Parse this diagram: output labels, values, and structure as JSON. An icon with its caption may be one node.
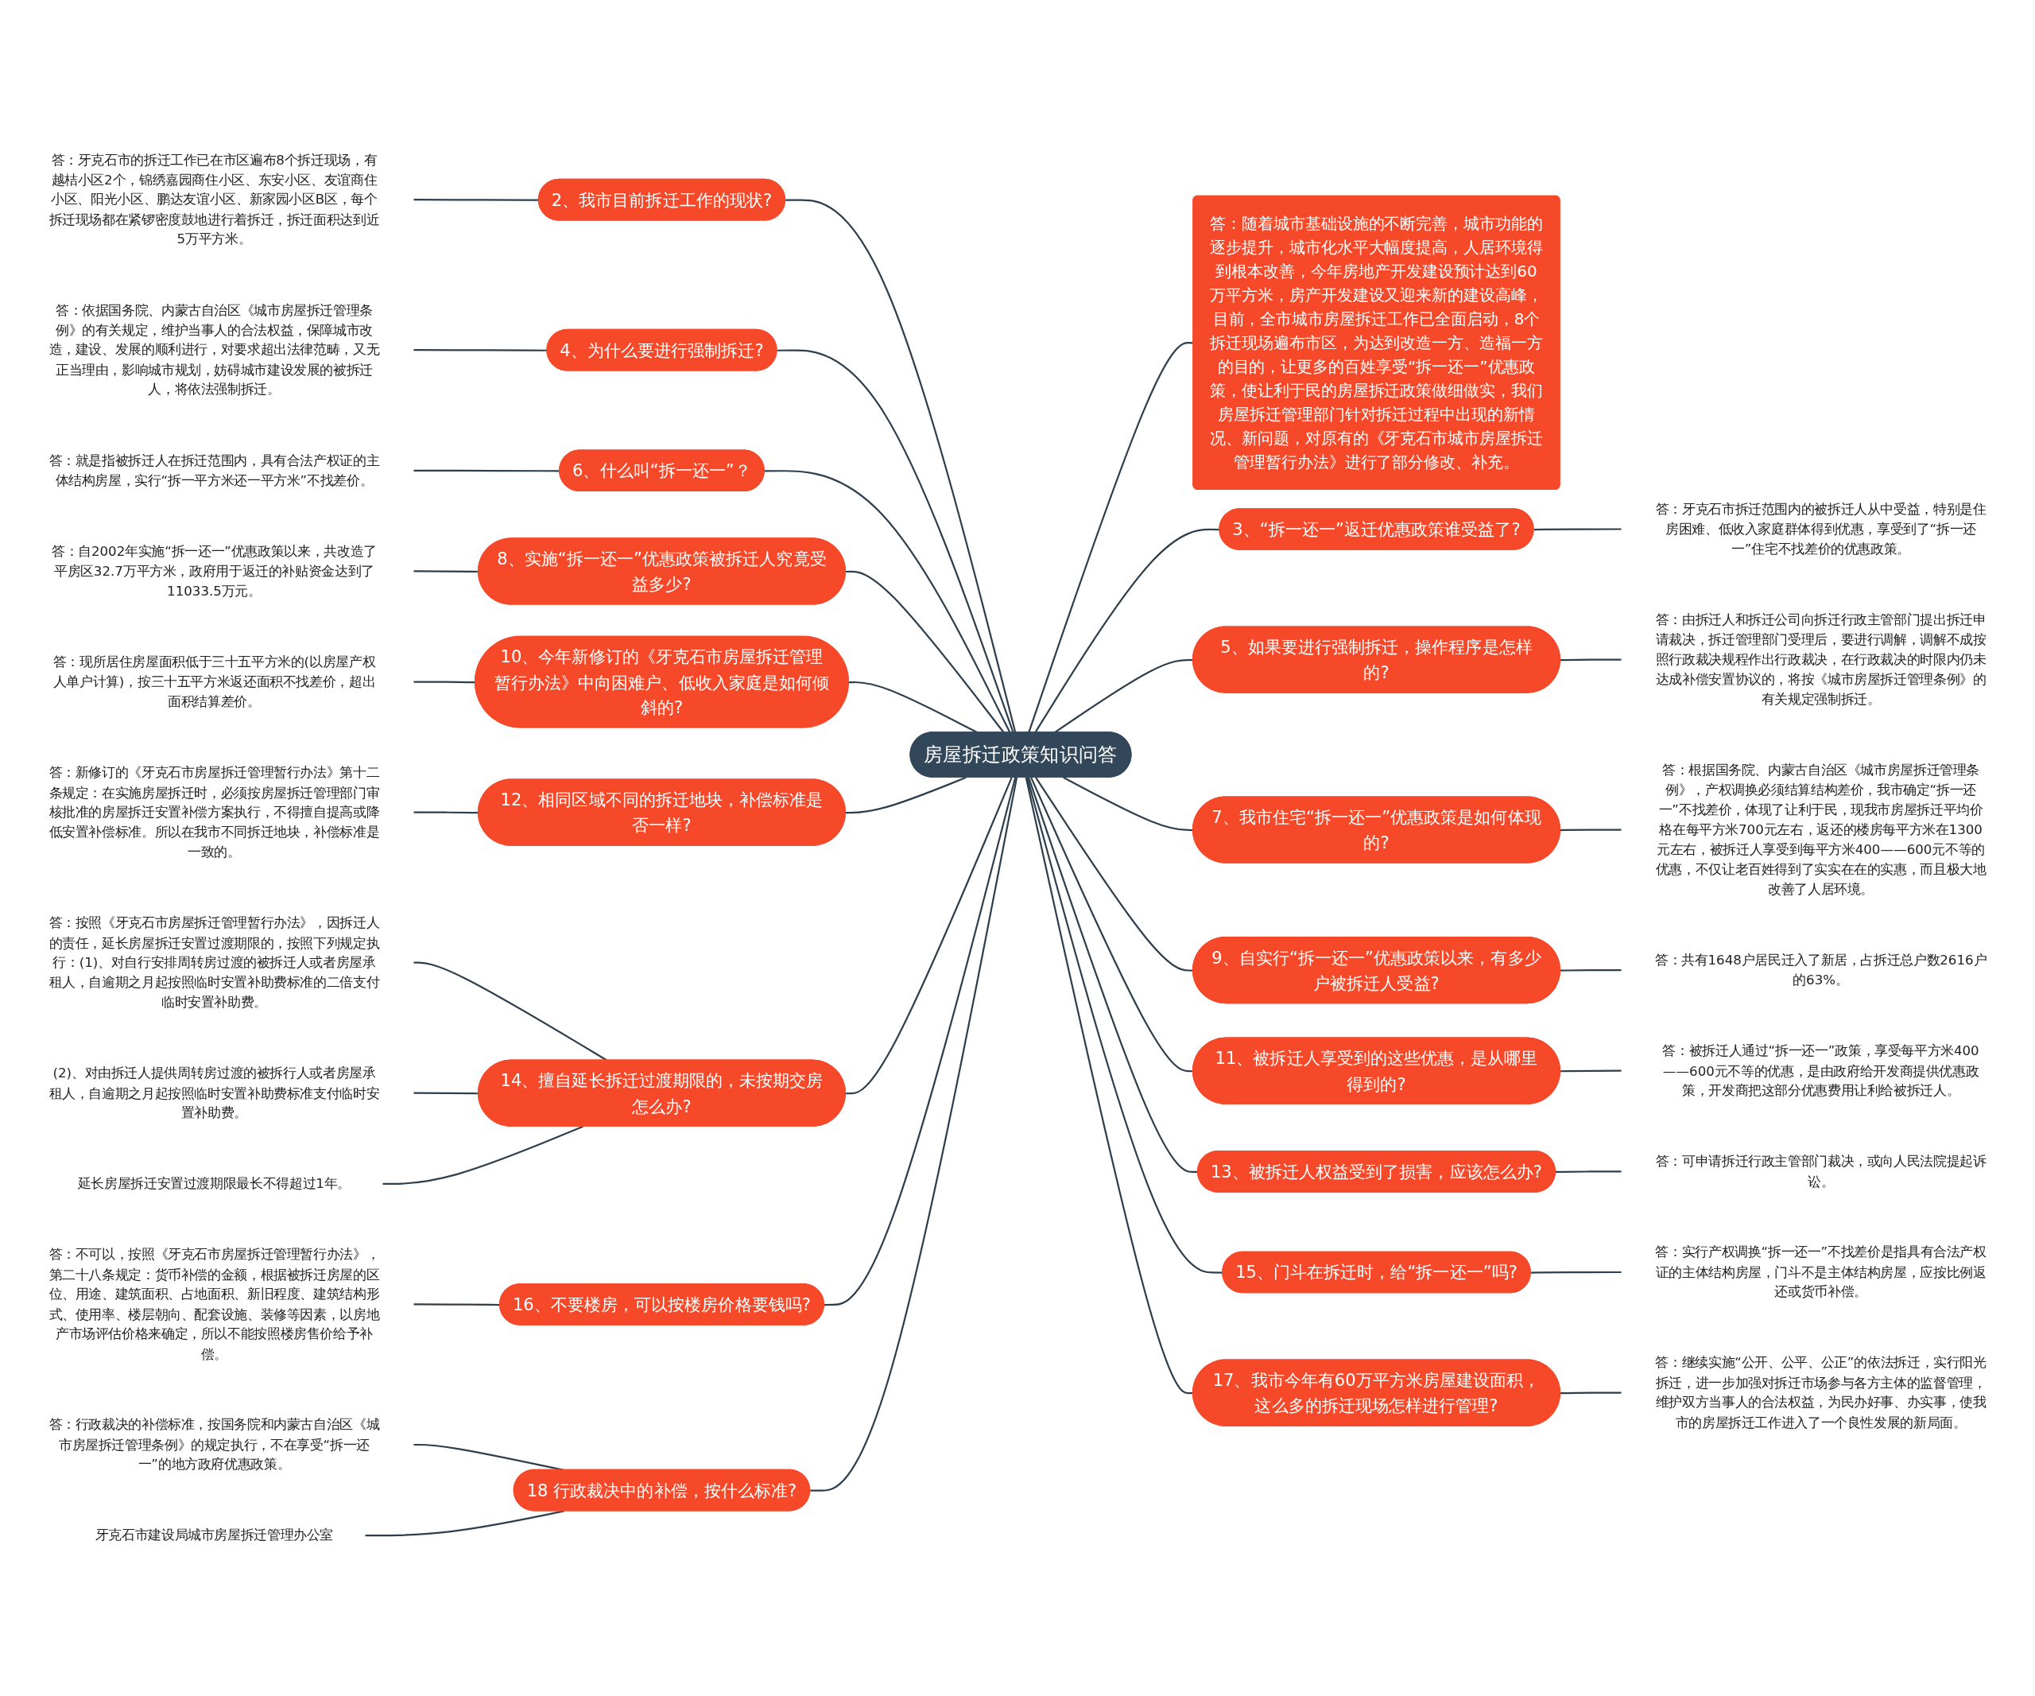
{
  "diagram": {
    "nodes": [
      {
        "text": [
          "房屋拆迁政策知识问答"
        ]
      },
      {
        "text": [
          "2、我市目前拆迁工作的现状?"
        ]
      },
      {
        "text": [
          "答：牙克石市的拆迁工作已在市区遍布8个拆迁现场，有越桔小区2个，锦绣嘉园商住小区、东安小区、友谊商住小区、阳光小区、鹏达友谊小区、新家园小区B区，每个拆迁现场都在紧锣密度鼓地进行着拆迁，拆迁面积达到近5万平方米。"
        ]
      },
      {
        "text": [
          "4、为什么要进行强制拆迁?"
        ]
      },
      {
        "text": [
          "答：依据国务院、内蒙古自治区《城市房屋拆迁管理条例》的有关规定，维护当事人的合法权益，保障城市改造，建设、发展的顺利进行，对要求超出法律范畴，又无正当理由，影响城市规划，妨碍城市建设发展的被拆迁人，将依法强制拆迁。"
        ]
      },
      {
        "text": [
          "6、什么叫“拆一还一”？"
        ]
      },
      {
        "text": [
          "答：就是指被拆迁人在拆迁范围内，具有合法产权证的主体结构房屋，实行“拆一平方米还一平方米”不找差价。"
        ]
      },
      {
        "text": [
          "8、实施“拆一还一”优惠政策被拆迁人究竟受益多少?"
        ]
      },
      {
        "text": [
          "答：自2002年实施“拆一还一”优惠政策以来，共改造了平房区32.7万平方米，政府用于返迁的补贴资金达到了11033.5万元。"
        ]
      },
      {
        "text": [
          "10、今年新修订的《牙克石市房屋拆迁管理暂行办法》中向困难户、低收入家庭是如何倾斜的?"
        ]
      },
      {
        "text": [
          "答：现所居住房屋面积低于三十五平方米的(以房屋产权人单户计算)，按三十五平方米返还面积不找差价，超出面积结算差价。"
        ]
      },
      {
        "text": [
          "12、相同区域不同的拆迁地块，补偿标准是否一样?"
        ]
      },
      {
        "text": [
          "答：新修订的《牙克石市房屋拆迁管理暂行办法》第十二条规定：在实施房屋拆迁时，必须按房屋拆迁管理部门审核批准的房屋拆迁安置补偿方案执行，不得擅自提高或降低安置补偿标准。所以在我市不同拆迁地块，补偿标准是一致的。"
        ]
      },
      {
        "text": [
          "14、擅自延长拆迁过渡期限的，未按期交房怎么办?"
        ]
      },
      {
        "text": [
          "答：按照《牙克石市房屋拆迁管理暂行办法》，因拆迁人的责任，延长房屋拆迁安置过渡期限的，按照下列规定执行：(1)、对自行安排周转房过渡的被拆迁人或者房屋承租人，自逾期之月起按照临时安置补助费标准的二倍支付临时安置补助费。"
        ]
      },
      {
        "text": [
          "(2)、对由拆迁人提供周转房过渡的被拆行人或者房屋承租人，自逾期之月起按照临时安置补助费标准支付临时安置补助费。"
        ]
      },
      {
        "text": [
          "延长房屋拆迁安置过渡期限最长不得超过1年。"
        ]
      },
      {
        "text": [
          "16、不要楼房，可以按楼房价格要钱吗?"
        ]
      },
      {
        "text": [
          "答：不可以，按照《牙克石市房屋拆迁管理暂行办法》，第二十八条规定：货币补偿的金额，根据被拆迁房屋的区位、用途、建筑面积、占地面积、新旧程度、建筑结构形式、使用率、楼层朝向、配套设施、装修等因素，以房地产市场评估价格来确定，所以不能按照楼房售价给予补偿。"
        ]
      },
      {
        "text": [
          "18 行政裁决中的补偿，按什么标准?"
        ]
      },
      {
        "text": [
          "答：行政裁决的补偿标准，按国务院和内蒙古自治区《城市房屋拆迁管理条例》的规定执行，不在享受“拆一还一”的地方政府优惠政策。"
        ]
      },
      {
        "text": [
          "牙克石市建设局城市房屋拆迁管理办公室"
        ]
      },
      {
        "text": [
          "答：随着城市基础设施的不断完善，城市功能的逐步提升，城市化水平大幅度提高，人居环境得到根本改善，今年房地产开发建设预计达到60万平方米，房产开发建设又迎来新的建设高峰，目前，全市城市房屋拆迁工作已全面启动，8个拆迁现场遍布市区，为达到改造一方、造福一方的目的，让更多的百姓享受“拆一还一”优惠政策，使让利于民的房屋拆迁政策做细做实，我们房屋拆迁管理部门针对拆迁过程中出现的新情况、新问题，对原有的《牙克石市城市房屋拆迁管理暂行办法》进行了部分修改、补充。"
        ]
      },
      {
        "text": [
          "3、“拆一还一”返迁优惠政策谁受益了?"
        ]
      },
      {
        "text": [
          "答：牙克石市拆迁范围内的被拆迁人从中受益，特别是住房困难、低收入家庭群体得到优惠，享受到了“拆一还一”住宅不找差价的优惠政策。"
        ]
      },
      {
        "text": [
          "5、如果要进行强制拆迁，操作程序是怎样的?"
        ]
      },
      {
        "text": [
          "答：由拆迁人和拆迁公司向拆迁行政主管部门提出拆迁申请裁决，拆迁管理部门受理后，要进行调解，调解不成按照行政裁决规程作出行政裁决，在行政裁决的时限内仍未达成补偿安置协议的，将按《城市房屋拆迁管理条例》的有关规定强制拆迁。"
        ]
      },
      {
        "text": [
          "7、我市住宅“拆一还一”优惠政策是如何体现的?"
        ]
      },
      {
        "text": [
          "答：根据国务院、内蒙古自治区《城市房屋拆迁管理条例》，产权调换必须结算结构差价，我市确定“拆一还一”不找差价，体现了让利于民，现我市房屋拆迁平均价格在每平方米700元左右，返还的楼房每平方米在1300元左右，被拆迁人享受到每平方米400——600元不等的优惠，不仅让老百姓得到了实实在在的实惠，而且极大地改善了人居环境。"
        ]
      },
      {
        "text": [
          "9、自实行“拆一还一”优惠政策以来，有多少户被拆迁人受益?"
        ]
      },
      {
        "text": [
          "答：共有1648户居民迁入了新居，占拆迁总户数2616户的63%。"
        ]
      },
      {
        "text": [
          "11、被拆迁人享受到的这些优惠，是从哪里得到的?"
        ]
      },
      {
        "text": [
          "答：被拆迁人通过“拆一还一”政策，享受每平方米400——600元不等的优惠，是由政府给开发商提供优惠政策，开发商把这部分优惠费用让利给被拆迁人。"
        ]
      },
      {
        "text": [
          "13、被拆迁人权益受到了损害，应该怎么办?"
        ]
      },
      {
        "text": [
          "答：可申请拆迁行政主管部门裁决，或向人民法院提起诉讼。"
        ]
      },
      {
        "text": [
          "15、门斗在拆迁时，给“拆一还一”吗?"
        ]
      },
      {
        "text": [
          "答：实行产权调换“拆一还一”不找差价是指具有合法产权证的主体结构房屋，门斗不是主体结构房屋，应按比例返还或货币补偿。"
        ]
      },
      {
        "text": [
          "17、我市今年有60万平方米房屋建设面积，这么多的拆迁现场怎样进行管理?"
        ]
      },
      {
        "text": [
          "答：继续实施“公开、公平、公正”的依法拆迁，实行阳光拆迁，进一步加强对拆迁市场参与各方主体的监督管理，维护双方当事人的合法权益，为民办好事、办实事，使我市的房屋拆迁工作进入了一个良性发展的新局面。"
        ]
      }
    ],
    "edges": [
      {
        "from": 1,
        "to": 0,
        "arrow": "none"
      },
      {
        "from": 2,
        "to": 1,
        "arrow": "none"
      },
      {
        "from": 3,
        "to": 0,
        "arrow": "none"
      },
      {
        "from": 4,
        "to": 3,
        "arrow": "none"
      },
      {
        "from": 5,
        "to": 0,
        "arrow": "none"
      },
      {
        "from": 6,
        "to": 5,
        "arrow": "none"
      },
      {
        "from": 7,
        "to": 0,
        "arrow": "none"
      },
      {
        "from": 8,
        "to": 7,
        "arrow": "none"
      },
      {
        "from": 9,
        "to": 0,
        "arrow": "none"
      },
      {
        "from": 10,
        "to": 9,
        "arrow": "none"
      },
      {
        "from": 11,
        "to": 0,
        "arrow": "none"
      },
      {
        "from": 12,
        "to": 11,
        "arrow": "none"
      },
      {
        "from": 13,
        "to": 0,
        "arrow": "none"
      },
      {
        "from": 14,
        "to": 13,
        "arrow": "none"
      },
      {
        "from": 15,
        "to": 13,
        "arrow": "none"
      },
      {
        "from": 16,
        "to": 13,
        "arrow": "none"
      },
      {
        "from": 17,
        "to": 0,
        "arrow": "none"
      },
      {
        "from": 18,
        "to": 17,
        "arrow": "none"
      },
      {
        "from": 19,
        "to": 0,
        "arrow": "none"
      },
      {
        "from": 20,
        "to": 19,
        "arrow": "none"
      },
      {
        "from": 21,
        "to": 19,
        "arrow": "none"
      },
      {
        "from": 0,
        "to": 22,
        "arrow": "none"
      },
      {
        "from": 0,
        "to": 23,
        "arrow": "none"
      },
      {
        "from": 23,
        "to": 24,
        "arrow": "none"
      },
      {
        "from": 0,
        "to": 25,
        "arrow": "none"
      },
      {
        "from": 25,
        "to": 26,
        "arrow": "none"
      },
      {
        "from": 0,
        "to": 27,
        "arrow": "none"
      },
      {
        "from": 27,
        "to": 28,
        "arrow": "none"
      },
      {
        "from": 0,
        "to": 29,
        "arrow": "none"
      },
      {
        "from": 29,
        "to": 30,
        "arrow": "none"
      },
      {
        "from": 0,
        "to": 31,
        "arrow": "none"
      },
      {
        "from": 31,
        "to": 32,
        "arrow": "none"
      },
      {
        "from": 0,
        "to": 33,
        "arrow": "none"
      },
      {
        "from": 33,
        "to": 34,
        "arrow": "none"
      },
      {
        "from": 0,
        "to": 35,
        "arrow": "none"
      },
      {
        "from": 35,
        "to": 36,
        "arrow": "none"
      },
      {
        "from": 0,
        "to": 37,
        "arrow": "none"
      },
      {
        "from": 37,
        "to": 38,
        "arrow": "none"
      }
    ]
  }
}
